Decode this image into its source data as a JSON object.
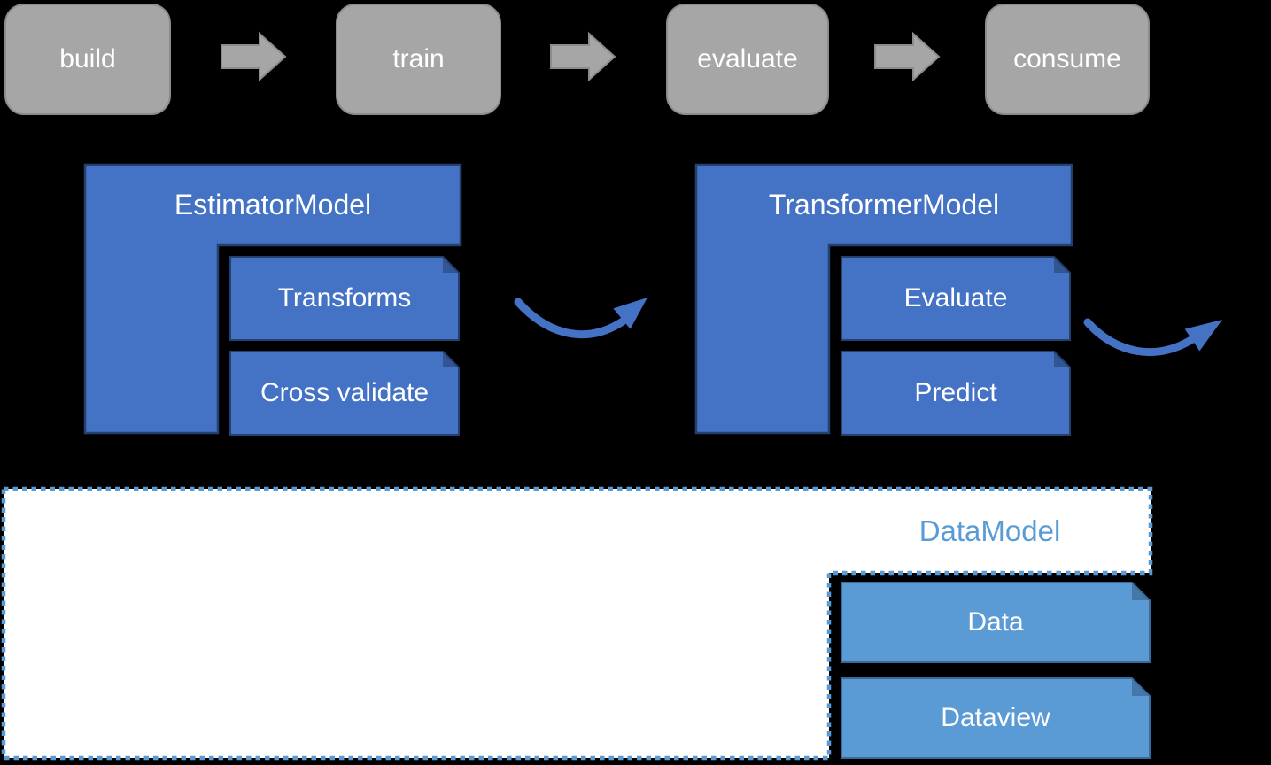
{
  "pipeline": {
    "stages": [
      {
        "label": "build"
      },
      {
        "label": "train"
      },
      {
        "label": "evaluate"
      },
      {
        "label": "consume"
      }
    ]
  },
  "estimator_model": {
    "title": "EstimatorModel",
    "children": [
      {
        "label": "Transforms"
      },
      {
        "label": "Cross validate"
      }
    ]
  },
  "transformer_model": {
    "title": "TransformerModel",
    "children": [
      {
        "label": "Evaluate"
      },
      {
        "label": "Predict"
      }
    ]
  },
  "data_model": {
    "title": "DataModel",
    "children": [
      {
        "label": "Data"
      },
      {
        "label": "Dataview"
      }
    ]
  },
  "colors": {
    "background": "#000000",
    "stage_fill": "#A6A6A6",
    "stage_border": "#8C8C8C",
    "stage_text": "#FFFFFF",
    "flow_arrow_fill": "#A6A6A6",
    "flow_arrow_border": "#8C8C8C",
    "model_fill": "#4472C4",
    "model_border": "#24406E",
    "model_text": "#FFFFFF",
    "curved_arrow": "#4472C4",
    "data_model_fill": "#FFFFFF",
    "data_model_border": "#5B9BD5",
    "data_model_text": "#5B9BD5",
    "data_item_fill": "#5B9BD5",
    "data_item_border": "#3A6A99"
  }
}
